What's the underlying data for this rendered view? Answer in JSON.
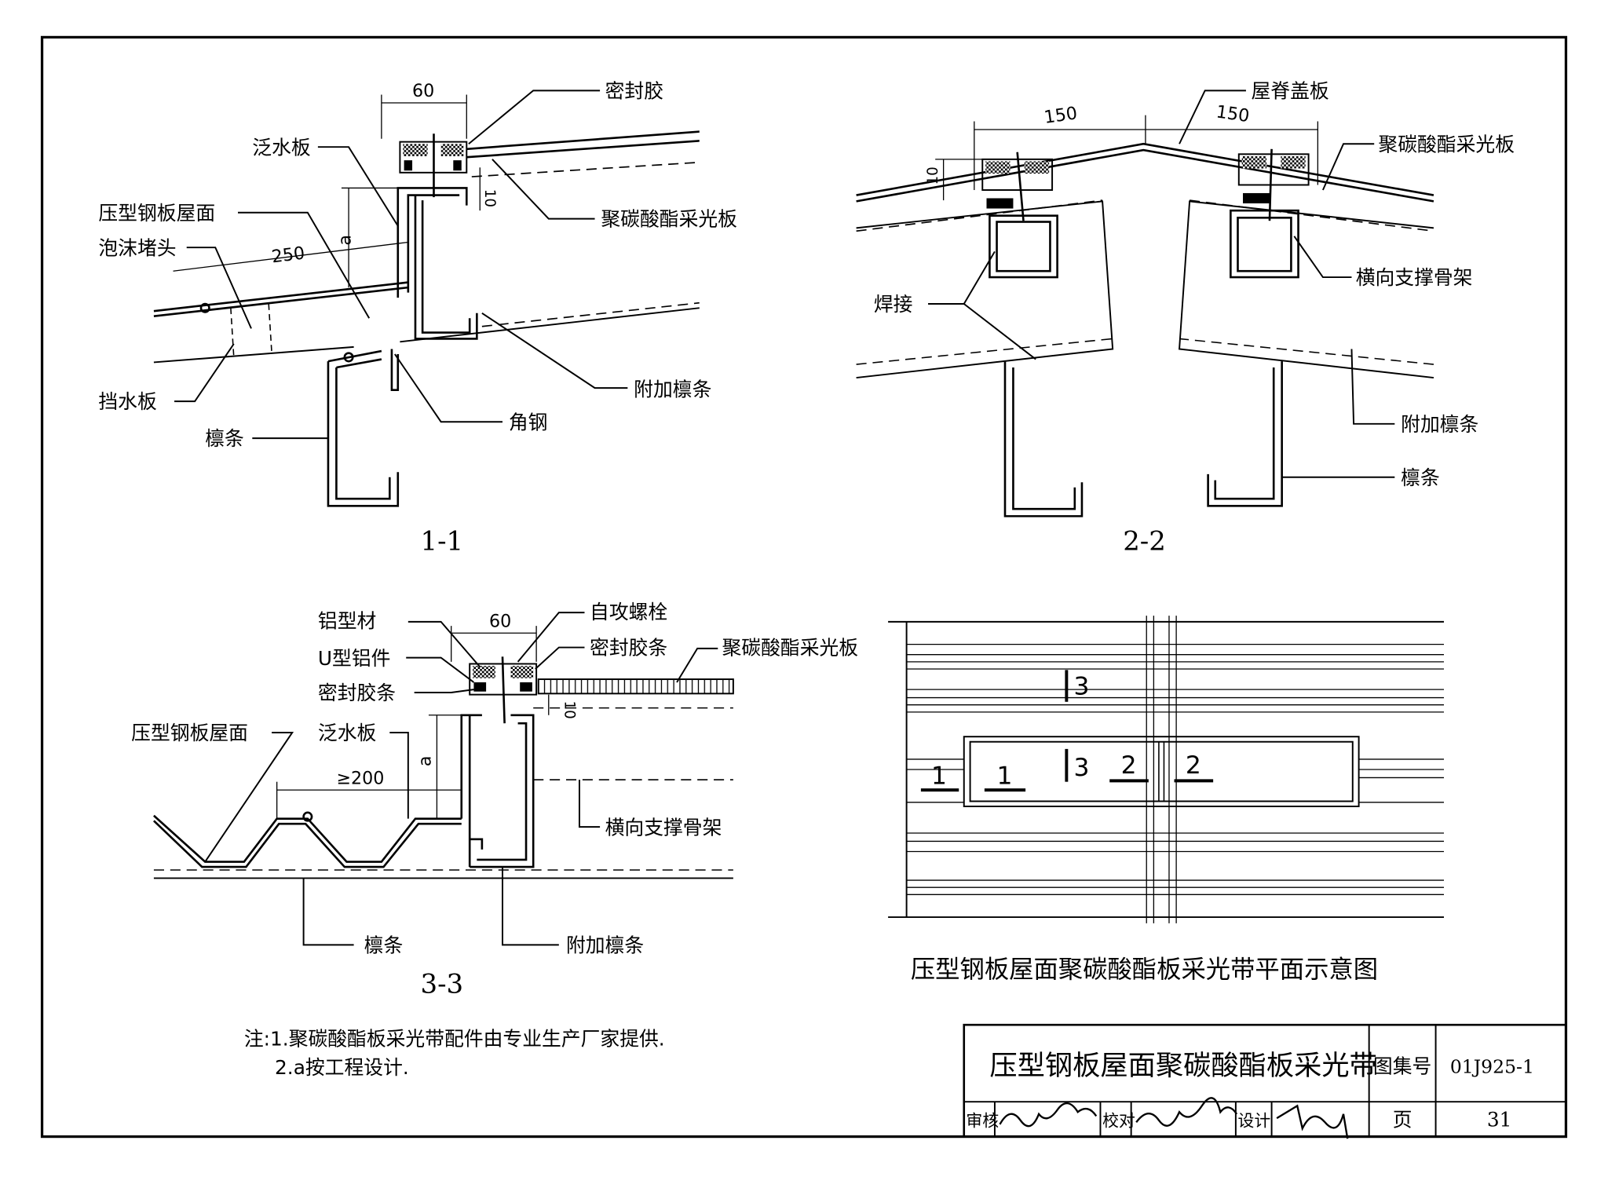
{
  "sections": {
    "s1": {
      "title": "1-1",
      "dims": {
        "width_top": "60",
        "overlap": "250",
        "gap": "10",
        "height": "a"
      },
      "labels": {
        "sealant": "密封胶",
        "flashing": "泛水板",
        "steel_roof": "压型钢板屋面",
        "foam_plug": "泡沫堵头",
        "pc_panel": "聚碳酸酯采光板",
        "water_stop": "挡水板",
        "purlin": "檩条",
        "angle_steel": "角钢",
        "extra_purlin": "附加檩条"
      }
    },
    "s2": {
      "title": "2-2",
      "dims": {
        "left": "150",
        "right": "150",
        "gap": "10"
      },
      "labels": {
        "ridge_cover": "屋脊盖板",
        "pc_panel": "聚碳酸酯采光板",
        "cross_frame": "横向支撑骨架",
        "weld": "焊接",
        "extra_purlin": "附加檩条",
        "purlin": "檩条"
      }
    },
    "s3": {
      "title": "3-3",
      "dims": {
        "width_top": "60",
        "gap": "10",
        "min_overlap": "≥200",
        "height": "a"
      },
      "labels": {
        "aluminum_profile": "铝型材",
        "u_aluminum": "U型铝件",
        "sealant_strip_left": "密封胶条",
        "self_tapping_bolt": "自攻螺栓",
        "sealant_strip_right": "密封胶条",
        "pc_panel": "聚碳酸酯采光板",
        "steel_roof": "压型钢板屋面",
        "flashing": "泛水板",
        "cross_frame": "横向支撑骨架",
        "purlin": "檩条",
        "extra_purlin": "附加檩条"
      }
    }
  },
  "plan": {
    "caption": "压型钢板屋面聚碳酸酯板采光带平面示意图",
    "markers": {
      "m1a": "1",
      "m1b": "1",
      "m3a": "3",
      "m3b": "3",
      "m2a": "2",
      "m2b": "2"
    }
  },
  "notes": {
    "line1": "注:1.聚碳酸酯板采光带配件由专业生产厂家提供.",
    "line2": "2.a按工程设计."
  },
  "title_block": {
    "title": "压型钢板屋面聚碳酸酯板采光带",
    "atlas_label": "图集号",
    "atlas_no": "01J925-1",
    "review_label": "审核",
    "check_label": "校对",
    "design_label": "设计",
    "page_label": "页",
    "page_no": "31"
  }
}
